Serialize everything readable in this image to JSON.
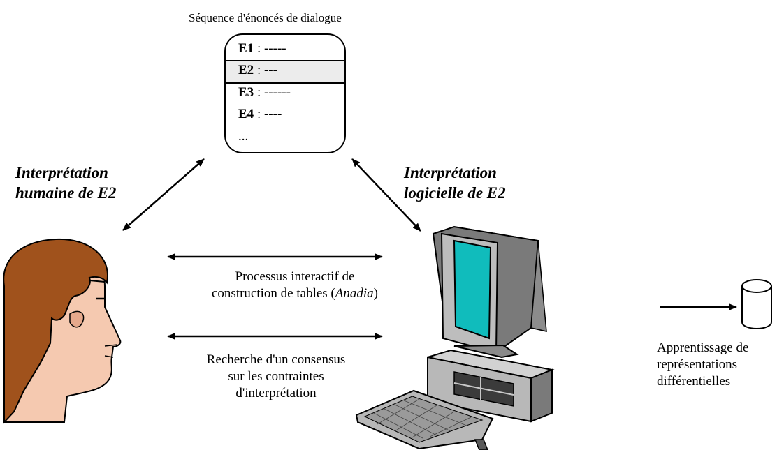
{
  "title": "Séquence d'énoncés de dialogue",
  "sequence": {
    "rows": [
      {
        "id": "E1",
        "value": " : -----"
      },
      {
        "id": "E2",
        "value": " : ---"
      },
      {
        "id": "E3",
        "value": " : ------"
      },
      {
        "id": "E4",
        "value": " : ----"
      }
    ],
    "ellipsis": "..."
  },
  "human_interpretation": {
    "line1": "Interprétation",
    "line2": "humaine de E2"
  },
  "software_interpretation": {
    "line1": "Interprétation",
    "line2": "logicielle de E2"
  },
  "process": {
    "line1": "Processus interactif de",
    "line2_prefix": "construction de tables (",
    "line2_italic": "Anadia",
    "line2_suffix": ")"
  },
  "consensus": {
    "line1": "Recherche d'un consensus",
    "line2": "sur les contraintes",
    "line3": "d'interprétation"
  },
  "learning": {
    "line1": "Apprentissage de",
    "line2": "représentations",
    "line3": "différentielles"
  },
  "colors": {
    "skin": "#f5c9b0",
    "hair": "#a0521c",
    "screen": "#10bcbc",
    "case": "#b8b8b8",
    "case_dark": "#7a7a7a",
    "highlight": "#ececec"
  },
  "icons": [
    "human-head-icon",
    "computer-icon",
    "database-cylinder-icon"
  ]
}
